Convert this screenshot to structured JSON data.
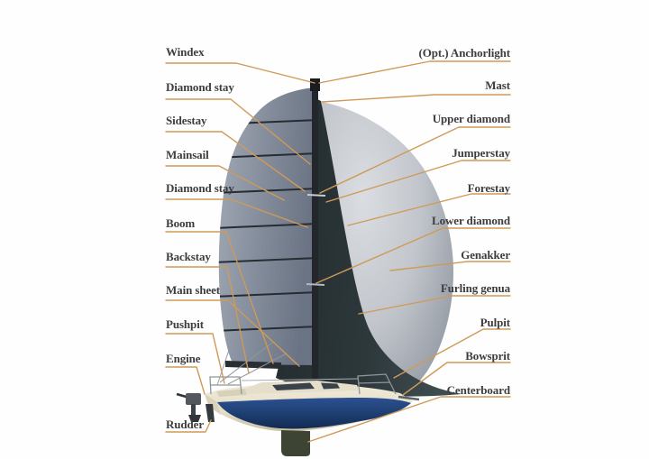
{
  "diagram": {
    "subject": "sailboat-parts-diagram",
    "accent_color": "#cf9a58",
    "text_color": "#3d3d3d",
    "boat_colors": {
      "mainsail": "#818a99",
      "furling_genua": "#2d383b",
      "genakker": "#c5c9cf",
      "mast": "#23262b",
      "hull_top": "#eae4d2",
      "hull_bottom": "#1e3f73",
      "centerboard": "#3d4433",
      "engine": "#52585e"
    },
    "labels_left": [
      {
        "id": "windex",
        "text": "Windex"
      },
      {
        "id": "diamond-stay-upper",
        "text": "Diamond stay"
      },
      {
        "id": "sidestay",
        "text": "Sidestay"
      },
      {
        "id": "mainsail",
        "text": "Mainsail"
      },
      {
        "id": "diamond-stay-lower",
        "text": "Diamond stay"
      },
      {
        "id": "boom",
        "text": "Boom"
      },
      {
        "id": "backstay",
        "text": "Backstay"
      },
      {
        "id": "main-sheet",
        "text": "Main sheet"
      },
      {
        "id": "pushpit",
        "text": "Pushpit"
      },
      {
        "id": "engine",
        "text": "Engine"
      },
      {
        "id": "rudder",
        "text": "Rudder"
      }
    ],
    "labels_right": [
      {
        "id": "anchorlight",
        "text": "(Opt.) Anchorlight"
      },
      {
        "id": "mast",
        "text": "Mast"
      },
      {
        "id": "upper-diamond",
        "text": "Upper diamond"
      },
      {
        "id": "jumperstay",
        "text": "Jumperstay"
      },
      {
        "id": "forestay",
        "text": "Forestay"
      },
      {
        "id": "lower-diamond",
        "text": "Lower diamond"
      },
      {
        "id": "genakker",
        "text": "Genakker"
      },
      {
        "id": "furling-genua",
        "text": "Furling genua"
      },
      {
        "id": "pulpit",
        "text": "Pulpit"
      },
      {
        "id": "bowsprit",
        "text": "Bowsprit"
      },
      {
        "id": "centerboard",
        "text": "Centerboard"
      }
    ]
  }
}
